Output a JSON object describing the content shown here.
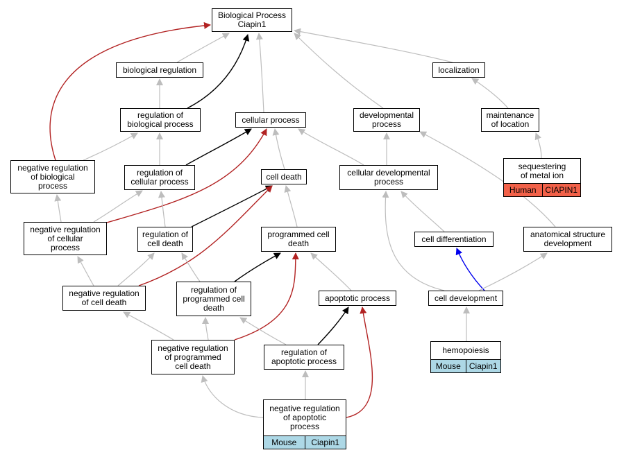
{
  "colors": {
    "is_a": "#bdbdbd",
    "regulates": "#000000",
    "negatively_regulates": "#b22222",
    "part_of": "#0000ee",
    "mouse_tag": "#add8e6",
    "human_tag": "#f26149"
  },
  "nodes": {
    "root": {
      "label": "Biological Process\nCiapin1"
    },
    "bioreg": {
      "label": "biological regulation"
    },
    "localization": {
      "label": "localization"
    },
    "reg_bio": {
      "label": "regulation of\nbiological process"
    },
    "cellular": {
      "label": "cellular process"
    },
    "developmental": {
      "label": "developmental\nprocess"
    },
    "maintenance": {
      "label": "maintenance\nof location"
    },
    "neg_bio": {
      "label": "negative regulation\nof biological\nprocess"
    },
    "reg_cell": {
      "label": "regulation of\ncellular process"
    },
    "cell_death": {
      "label": "cell death"
    },
    "cell_dev_proc": {
      "label": "cellular developmental\nprocess"
    },
    "sequestering": {
      "label": "sequestering\nof metal ion",
      "species": "Human",
      "gene": "CIAPIN1"
    },
    "neg_cell": {
      "label": "negative regulation\nof cellular\nprocess"
    },
    "reg_death": {
      "label": "regulation of\ncell death"
    },
    "pcd": {
      "label": "programmed cell\ndeath"
    },
    "cell_diff": {
      "label": "cell differentiation"
    },
    "anat": {
      "label": "anatomical structure\ndevelopment"
    },
    "neg_death": {
      "label": "negative regulation\nof cell death"
    },
    "reg_pcd": {
      "label": "regulation of\nprogrammed cell\ndeath"
    },
    "apoptotic": {
      "label": "apoptotic process"
    },
    "cell_development": {
      "label": "cell development"
    },
    "hemopoiesis": {
      "label": "hemopoiesis",
      "species": "Mouse",
      "gene": "Ciapin1"
    },
    "neg_pcd": {
      "label": "negative regulation\nof programmed\ncell death"
    },
    "reg_apop": {
      "label": "regulation of\napoptotic process"
    },
    "neg_apop": {
      "label": "negative regulation\nof apoptotic\nprocess",
      "species": "Mouse",
      "gene": "Ciapin1"
    }
  },
  "edges": [
    {
      "from": "bioreg",
      "to": "root",
      "type": "is_a"
    },
    {
      "from": "cellular",
      "to": "root",
      "type": "is_a"
    },
    {
      "from": "developmental",
      "to": "root",
      "type": "is_a"
    },
    {
      "from": "localization",
      "to": "root",
      "type": "is_a"
    },
    {
      "from": "reg_bio",
      "to": "root",
      "type": "regulates"
    },
    {
      "from": "neg_bio",
      "to": "root",
      "type": "negatively_regulates"
    },
    {
      "from": "reg_bio",
      "to": "bioreg",
      "type": "is_a"
    },
    {
      "from": "maintenance",
      "to": "localization",
      "type": "is_a"
    },
    {
      "from": "neg_bio",
      "to": "reg_bio",
      "type": "is_a"
    },
    {
      "from": "reg_cell",
      "to": "reg_bio",
      "type": "is_a"
    },
    {
      "from": "reg_cell",
      "to": "cellular",
      "type": "regulates"
    },
    {
      "from": "neg_cell",
      "to": "cellular",
      "type": "negatively_regulates"
    },
    {
      "from": "cell_death",
      "to": "cellular",
      "type": "is_a"
    },
    {
      "from": "cell_dev_proc",
      "to": "cellular",
      "type": "is_a"
    },
    {
      "from": "cell_dev_proc",
      "to": "developmental",
      "type": "is_a"
    },
    {
      "from": "anat",
      "to": "developmental",
      "type": "is_a"
    },
    {
      "from": "sequestering",
      "to": "maintenance",
      "type": "is_a"
    },
    {
      "from": "neg_cell",
      "to": "neg_bio",
      "type": "is_a"
    },
    {
      "from": "neg_cell",
      "to": "reg_cell",
      "type": "is_a"
    },
    {
      "from": "reg_death",
      "to": "reg_cell",
      "type": "is_a"
    },
    {
      "from": "reg_death",
      "to": "cell_death",
      "type": "regulates"
    },
    {
      "from": "neg_death",
      "to": "cell_death",
      "type": "negatively_regulates"
    },
    {
      "from": "pcd",
      "to": "cell_death",
      "type": "is_a"
    },
    {
      "from": "cell_diff",
      "to": "cell_dev_proc",
      "type": "is_a"
    },
    {
      "from": "cell_development",
      "to": "cell_dev_proc",
      "type": "is_a"
    },
    {
      "from": "neg_death",
      "to": "neg_cell",
      "type": "is_a"
    },
    {
      "from": "neg_death",
      "to": "reg_death",
      "type": "is_a"
    },
    {
      "from": "reg_pcd",
      "to": "reg_death",
      "type": "is_a"
    },
    {
      "from": "reg_pcd",
      "to": "pcd",
      "type": "regulates"
    },
    {
      "from": "neg_pcd",
      "to": "pcd",
      "type": "negatively_regulates"
    },
    {
      "from": "apoptotic",
      "to": "pcd",
      "type": "is_a"
    },
    {
      "from": "cell_development",
      "to": "cell_diff",
      "type": "part_of"
    },
    {
      "from": "cell_development",
      "to": "anat",
      "type": "is_a"
    },
    {
      "from": "neg_pcd",
      "to": "neg_death",
      "type": "is_a"
    },
    {
      "from": "neg_pcd",
      "to": "reg_pcd",
      "type": "is_a"
    },
    {
      "from": "reg_apop",
      "to": "reg_pcd",
      "type": "is_a"
    },
    {
      "from": "reg_apop",
      "to": "apoptotic",
      "type": "regulates"
    },
    {
      "from": "neg_apop",
      "to": "apoptotic",
      "type": "negatively_regulates"
    },
    {
      "from": "hemopoiesis",
      "to": "cell_development",
      "type": "is_a"
    },
    {
      "from": "neg_apop",
      "to": "neg_pcd",
      "type": "is_a"
    },
    {
      "from": "neg_apop",
      "to": "reg_apop",
      "type": "is_a"
    }
  ]
}
